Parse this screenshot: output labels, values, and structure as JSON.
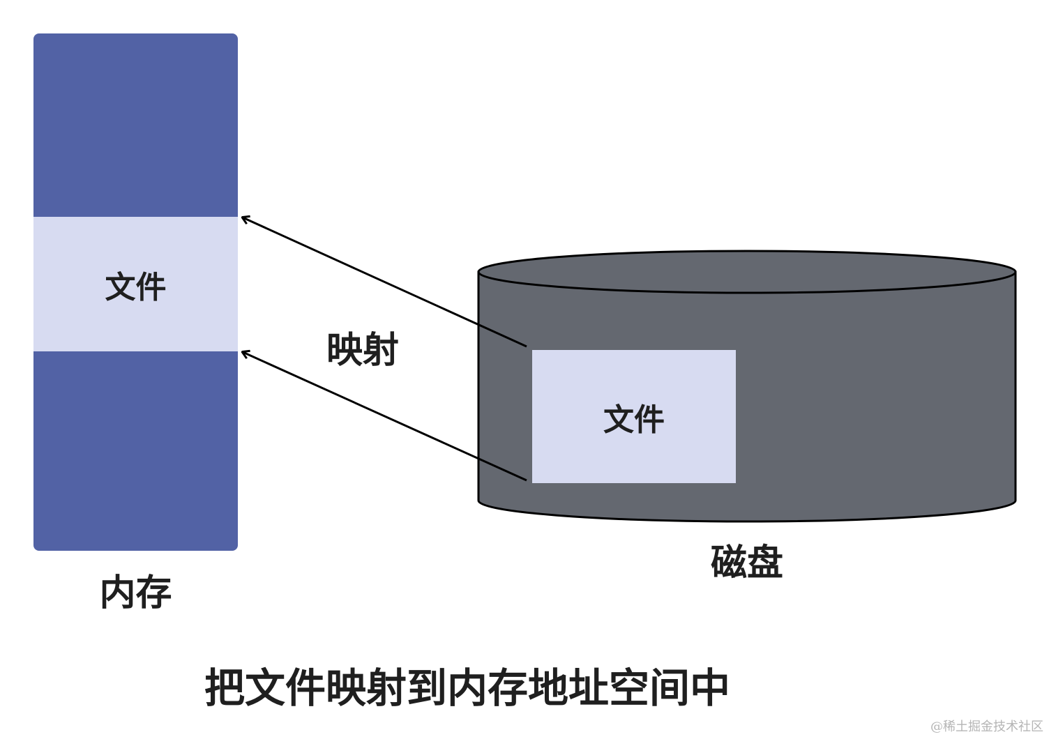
{
  "memory": {
    "file_label": "文件",
    "caption": "内存"
  },
  "disk": {
    "file_label": "文件",
    "caption": "磁盘"
  },
  "mapping_label": "映射",
  "main_caption": "把文件映射到内存地址空间中",
  "watermark": "@稀土掘金技术社区",
  "colors": {
    "memory": "#5262a5",
    "file_region": "#d7dbf1",
    "disk": "#646870",
    "outline": "#000000",
    "text": "#1f1f1f"
  }
}
